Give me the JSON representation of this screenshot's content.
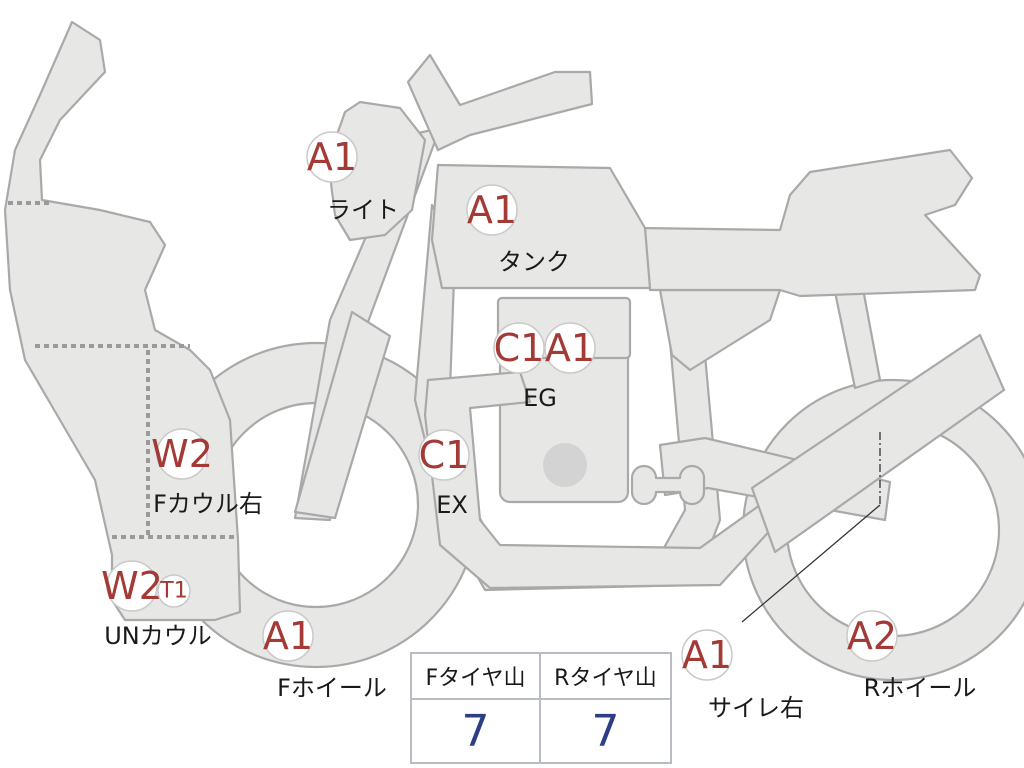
{
  "diagram": {
    "badges": [
      {
        "id": "light",
        "grade": "A1",
        "label": "ライト"
      },
      {
        "id": "tank",
        "grade": "A1",
        "label": "タンク"
      },
      {
        "id": "engine_c",
        "grade": "C1",
        "label": ""
      },
      {
        "id": "engine_a",
        "grade": "A1",
        "label": "EG"
      },
      {
        "id": "exhaust",
        "grade": "C1",
        "label": "EX"
      },
      {
        "id": "front_cowl_right",
        "grade": "W2",
        "label": "Fカウル右"
      },
      {
        "id": "under_cowl_w",
        "grade": "W2",
        "label": "UNカウル"
      },
      {
        "id": "under_cowl_t",
        "grade": "T1",
        "label": ""
      },
      {
        "id": "front_wheel",
        "grade": "A1",
        "label": "Fホイール"
      },
      {
        "id": "silencer_right",
        "grade": "A1",
        "label": "サイレ右"
      },
      {
        "id": "rear_wheel",
        "grade": "A2",
        "label": "Rホイール"
      }
    ]
  },
  "tread_table": {
    "front_header": "Fタイヤ山",
    "rear_header": "Rタイヤ山",
    "front_value": "7",
    "rear_value": "7"
  }
}
